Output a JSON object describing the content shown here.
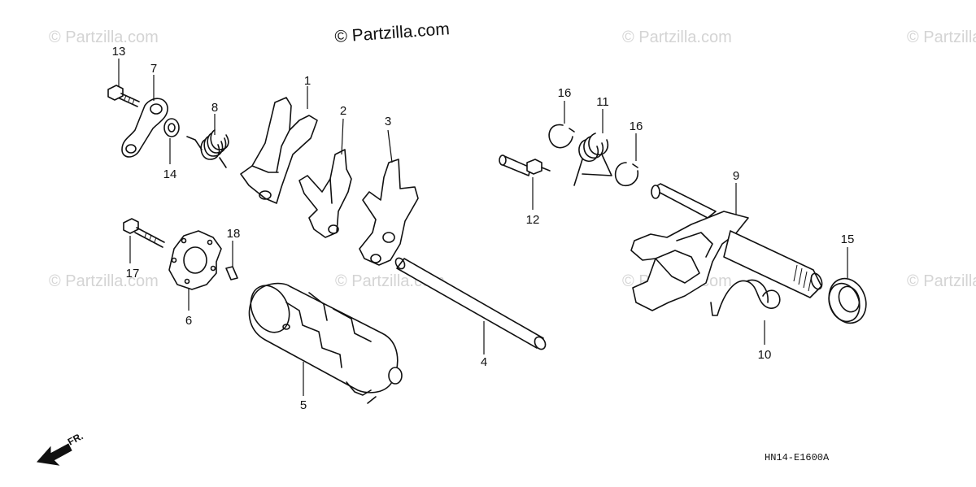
{
  "watermark": "© Partzilla.com",
  "main_copyright": "© Partzilla.com",
  "diagram_code": "HN14-E1600A",
  "front_label": "FR.",
  "callouts": {
    "c1": "1",
    "c2": "2",
    "c3": "3",
    "c4": "4",
    "c5": "5",
    "c6": "6",
    "c7": "7",
    "c8": "8",
    "c9": "9",
    "c10": "10",
    "c11": "11",
    "c12": "12",
    "c13": "13",
    "c14": "14",
    "c15": "15",
    "c16a": "16",
    "c16b": "16",
    "c17": "17",
    "c18": "18"
  },
  "colors": {
    "ink": "#111111",
    "watermark": "#d4d4d4",
    "background": "#ffffff"
  },
  "icons": {
    "front_arrow": "arrow-icon"
  }
}
